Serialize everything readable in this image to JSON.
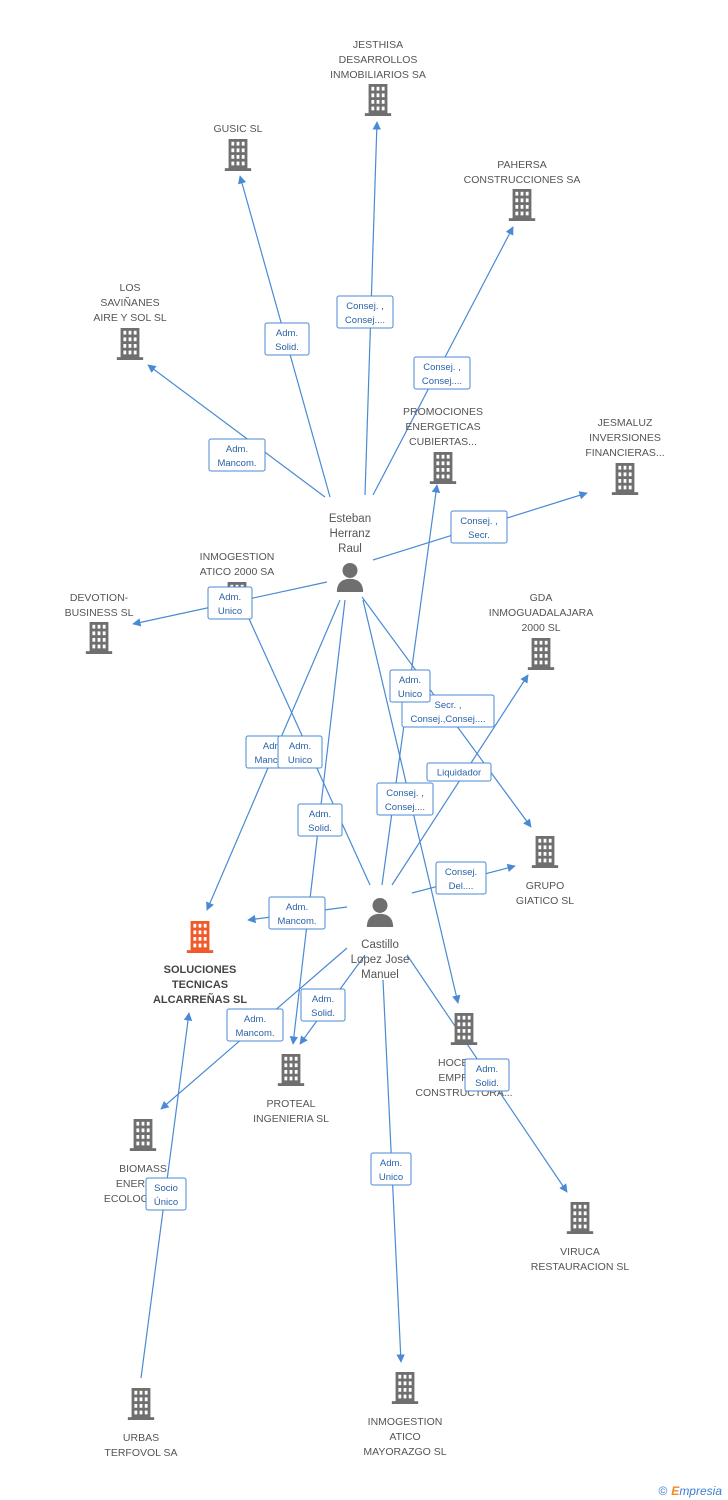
{
  "colors": {
    "edge": "#4a8ad4",
    "building": "#6f6f6f",
    "focus_building": "#f05a2a",
    "person": "#6f6f6f"
  },
  "persons": [
    {
      "id": "esteban",
      "label": [
        "Esteban",
        "Herranz",
        "Raul"
      ],
      "icon": "person-icon"
    },
    {
      "id": "castillo",
      "label": [
        "Castillo",
        "Lopez Jose",
        "Manuel"
      ],
      "icon": "person-icon"
    }
  ],
  "companies": [
    {
      "id": "jesthisa",
      "label": [
        "JESTHISA",
        "DESARROLLOS",
        "INMOBILIARIOS SA"
      ],
      "icon": "building-icon"
    },
    {
      "id": "gusic",
      "label": [
        "GUSIC SL"
      ],
      "icon": "building-icon"
    },
    {
      "id": "pahersa",
      "label": [
        "PAHERSA",
        "CONSTRUCCIONES SA"
      ],
      "icon": "building-icon"
    },
    {
      "id": "saviñanes",
      "label": [
        "LOS",
        "SAVIÑANES",
        "AIRE Y SOL SL"
      ],
      "icon": "building-icon"
    },
    {
      "id": "promociones",
      "label": [
        "PROMOCIONES",
        "ENERGETICAS",
        "CUBIERTAS..."
      ],
      "icon": "building-icon"
    },
    {
      "id": "jesmaluz",
      "label": [
        "JESMALUZ",
        "INVERSIONES",
        "FINANCIERAS..."
      ],
      "icon": "building-icon"
    },
    {
      "id": "inmogestion2000",
      "label": [
        "INMOGESTION",
        "ATICO 2000 SA"
      ],
      "icon": "building-icon"
    },
    {
      "id": "devotion",
      "label": [
        "DEVOTION-",
        "BUSINESS SL"
      ],
      "icon": "building-icon"
    },
    {
      "id": "gda",
      "label": [
        "GDA",
        "INMOGUADALAJARA",
        "2000 SL"
      ],
      "icon": "building-icon"
    },
    {
      "id": "grupo",
      "label": [
        "GRUPO",
        "GIATICO SL"
      ],
      "icon": "building-icon"
    },
    {
      "id": "soluciones",
      "label": [
        "SOLUCIONES",
        "TECNICAS",
        "ALCARREÑAS SL"
      ],
      "icon": "building-icon",
      "focus": true
    },
    {
      "id": "proteal",
      "label": [
        "PROTEAL",
        "INGENIERIA SL"
      ],
      "icon": "building-icon"
    },
    {
      "id": "hocensa",
      "label": [
        "HOCENSA",
        "EMPRESA",
        "CONSTRUCTORA..."
      ],
      "icon": "building-icon"
    },
    {
      "id": "biomass",
      "label": [
        "BIOMASS",
        "ENERGIAS",
        "ECOLOGICAS..."
      ],
      "icon": "building-icon"
    },
    {
      "id": "viruca",
      "label": [
        "VIRUCA",
        "RESTAURACION SL"
      ],
      "icon": "building-icon"
    },
    {
      "id": "urbas",
      "label": [
        "URBAS",
        "TERFOVOL SA"
      ],
      "icon": "building-icon"
    },
    {
      "id": "inmogestionmay",
      "label": [
        "INMOGESTION",
        "ATICO",
        "MAYORAZGO SL"
      ],
      "icon": "building-icon"
    }
  ],
  "relations": [
    {
      "from": "esteban",
      "to": "jesthisa",
      "label": [
        "Consej. ,",
        "Consej...."
      ]
    },
    {
      "from": "esteban",
      "to": "gusic",
      "label": [
        "Adm.",
        "Solid."
      ]
    },
    {
      "from": "esteban",
      "to": "pahersa",
      "label": [
        "Consej. ,",
        "Consej...."
      ]
    },
    {
      "from": "esteban",
      "to": "saviñanes",
      "label": [
        "Adm.",
        "Mancom."
      ]
    },
    {
      "from": "esteban",
      "to": "jesmaluz",
      "label": [
        "Consej. ,",
        "Secr."
      ]
    },
    {
      "from": "esteban",
      "to": "devotion",
      "label": [
        "Adm.",
        "Unico"
      ]
    },
    {
      "from": "esteban",
      "to": "grupo",
      "label": [
        "Secr. ,",
        "Consej.,Consej...."
      ]
    },
    {
      "from": "esteban",
      "to": "soluciones",
      "label": [
        "Adm.",
        "Mancom."
      ]
    },
    {
      "from": "esteban",
      "to": "proteal",
      "label": [
        "Adm.",
        "Solid."
      ]
    },
    {
      "from": "esteban",
      "to": "hocensa",
      "label": [
        "Adm.",
        "Unico"
      ]
    },
    {
      "from": "castillo",
      "to": "inmogestion2000",
      "label": [
        "Adm.",
        "Unico"
      ]
    },
    {
      "from": "castillo",
      "to": "promociones",
      "label": [
        "Consej. ,",
        "Consej...."
      ]
    },
    {
      "from": "castillo",
      "to": "gda",
      "label": [
        "Liquidador"
      ]
    },
    {
      "from": "castillo",
      "to": "grupo",
      "label": [
        "Consej.",
        "Del...."
      ]
    },
    {
      "from": "castillo",
      "to": "soluciones",
      "label": [
        "Adm.",
        "Mancom."
      ]
    },
    {
      "from": "castillo",
      "to": "proteal",
      "label": [
        "Adm.",
        "Solid."
      ]
    },
    {
      "from": "castillo",
      "to": "biomass",
      "label": [
        "Adm.",
        "Mancom."
      ]
    },
    {
      "from": "castillo",
      "to": "viruca",
      "label": [
        "Adm.",
        "Solid."
      ]
    },
    {
      "from": "castillo",
      "to": "inmogestionmay",
      "label": [
        "Adm.",
        "Unico"
      ]
    },
    {
      "from": "urbas",
      "to": "soluciones",
      "label": [
        "Socio",
        "Único"
      ]
    }
  ],
  "footer": {
    "copyright": "©",
    "brand_initial": "E",
    "brand_rest": "mpresia"
  }
}
